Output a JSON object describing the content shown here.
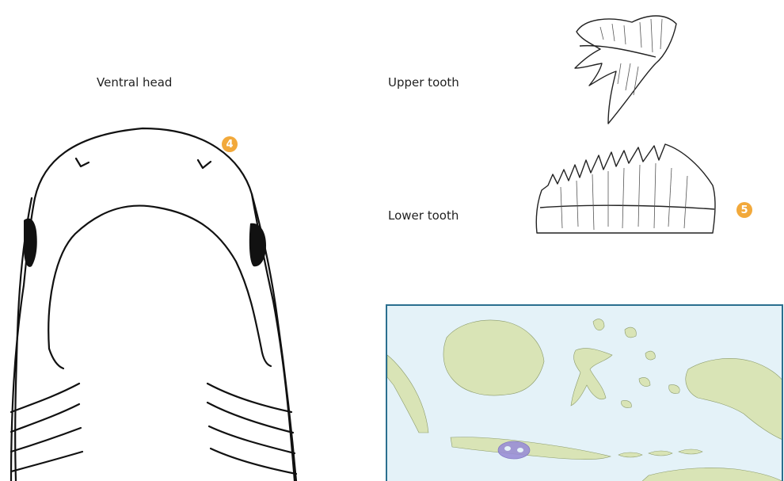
{
  "labels": {
    "ventral_head": "Ventral head",
    "upper_tooth": "Upper tooth",
    "lower_tooth": "Lower tooth"
  },
  "callouts": {
    "four": "4",
    "five": "5"
  },
  "colors": {
    "callout": "#f2a93b",
    "map_sea": "#e4f2f8",
    "map_land": "#d9e4b6",
    "map_border": "#2a6f8f",
    "range_highlight": "#9a8fd6"
  },
  "icons": {
    "head": "shark-ventral-head-drawing",
    "upper_tooth": "upper-tooth-drawing",
    "lower_tooth": "lower-tooth-drawing",
    "map": "distribution-map"
  }
}
